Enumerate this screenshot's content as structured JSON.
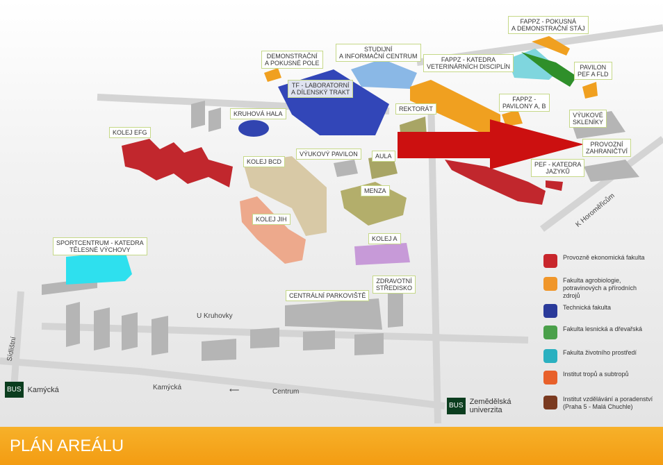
{
  "labels": {
    "demo_pole": "Demonstrační\na pokusné pole",
    "studijni": "Studijní\na informační centrum",
    "fappz_staj": "FAPPZ - Pokusná\na demonstrační stáj",
    "fappz_vet": "FAPPZ - Katedra\nveterinárních disciplín",
    "pavilon_pef": "Pavilon\nPEF a FLD",
    "tf_lab": "TF - Laboratorní\na dílenský trakt",
    "kruhova": "Kruhová hala",
    "rektorat": "Rektorát",
    "fappz_ab": "FAPPZ -\nPavilony A, B",
    "vyukove_skleniky": "Výukové\nskleníky",
    "provozni": "Provozní\nzahraničtví",
    "kolej_efg": "Kolej EFG",
    "kolej_bcd": "Kolej BCD",
    "vyukovy_pavilon": "Výukový pavilon",
    "aula": "Aula",
    "pef_jazyku": "PEF - Katedra\njazyků",
    "menza": "Menza",
    "kolej_jih": "Kolej JIH",
    "sportcentrum": "Sportcentrum - Katedra\ntělesné výchovy",
    "kolej_a": "Kolej A",
    "zdravotni": "Zdravotní\nstředisko",
    "parkoviste": "Centrální parkoviště"
  },
  "roads": {
    "k_horomericum": "K Horoměřicům",
    "u_kruhovky": "U Kruhovky",
    "sidlistni": "Sídlištní",
    "kamycka": "Kamýcká",
    "centrum": "Centrum",
    "arrow": "⟵"
  },
  "bus": [
    {
      "badge": "BUS",
      "name": "Kamýcká"
    },
    {
      "badge": "BUS",
      "name": "Zemědělská\nuniverzita"
    }
  ],
  "legend": [
    {
      "icon": "pef-icon",
      "color": "#c8262c",
      "text": "Provozně ekonomická fakulta"
    },
    {
      "icon": "fappz-icon",
      "color": "#f0962a",
      "text": "Fakulta agrobiologie, potravinových a přírodních zdrojů"
    },
    {
      "icon": "tf-icon",
      "color": "#2a3a9a",
      "text": "Technická fakulta"
    },
    {
      "icon": "fld-icon",
      "color": "#4aa04a",
      "text": "Fakulta lesnická a dřevařská"
    },
    {
      "icon": "fzp-icon",
      "color": "#2ab0c0",
      "text": "Fakulta životního prostředí"
    },
    {
      "icon": "its-icon",
      "color": "#e8602a",
      "text": "Institut tropů a subtropů"
    },
    {
      "icon": "ivp-icon",
      "color": "#7a3a20",
      "text": "Institut vzdělávání a poradenství (Praha 5 - Malá Chuchle)"
    }
  ],
  "footer": {
    "title": "PLÁN AREÁLU"
  }
}
